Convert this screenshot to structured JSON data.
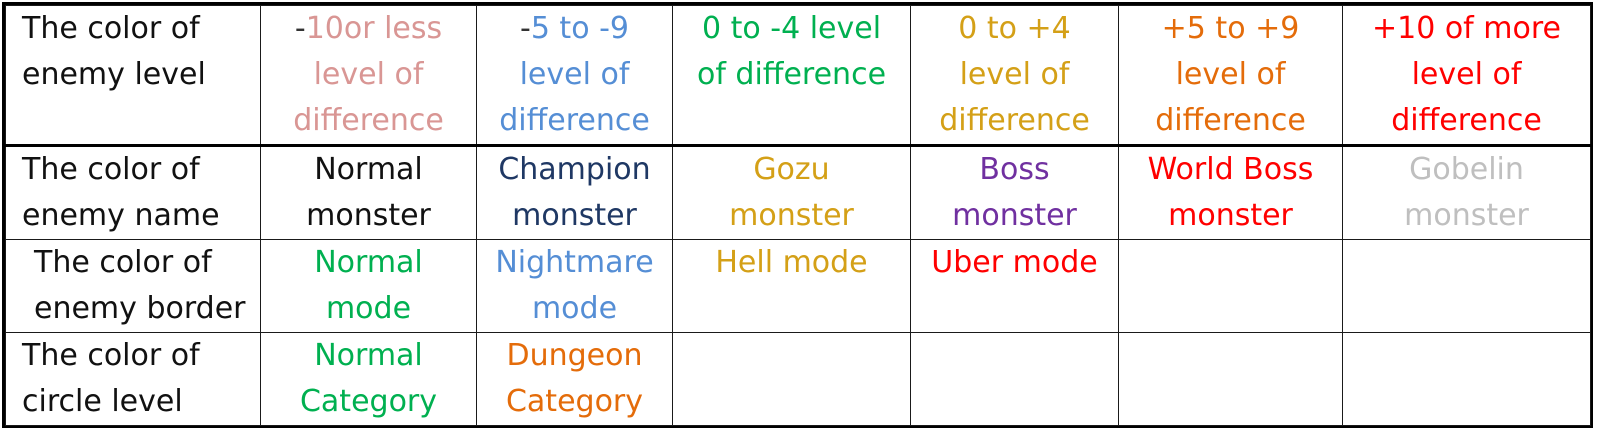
{
  "rows": [
    {
      "header": [
        "The color of",
        "enemy level"
      ],
      "cells": [
        {
          "lines": [
            "-10or less",
            "level of",
            "difference"
          ],
          "color": "#d99694",
          "prefix": "-",
          "prefix_color": "#333333",
          "first_rest": "10or less"
        },
        {
          "lines": [
            "-5 to -9",
            "level of",
            "difference"
          ],
          "color": "#558ed5",
          "prefix": "-",
          "prefix_color": "#333333",
          "first_rest": "5 to -9"
        },
        {
          "lines": [
            "0 to -4 level",
            "of difference"
          ],
          "color": "#00b050"
        },
        {
          "lines": [
            "0 to +4",
            "level of",
            "difference"
          ],
          "color": "#d4a017"
        },
        {
          "lines": [
            "+5 to +9",
            "level of",
            "difference"
          ],
          "color": "#e46c0a"
        },
        {
          "lines": [
            "+10 of more",
            "level of",
            "difference"
          ],
          "color": "#ff0000"
        }
      ]
    },
    {
      "header": [
        "The color of",
        "enemy name"
      ],
      "cells": [
        {
          "lines": [
            "Normal",
            "monster"
          ],
          "color": "#111111"
        },
        {
          "lines": [
            "Champion",
            "monster"
          ],
          "color": "#1f3864"
        },
        {
          "lines": [
            "Gozu",
            "monster"
          ],
          "color": "#d4a017"
        },
        {
          "lines": [
            "Boss",
            "monster"
          ],
          "color": "#7030a0"
        },
        {
          "lines": [
            "World Boss",
            "monster"
          ],
          "color": "#ff0000"
        },
        {
          "lines": [
            "Gobelin",
            "monster"
          ],
          "color": "#bfbfbf"
        }
      ]
    },
    {
      "header": [
        "The color of",
        "enemy border"
      ],
      "cells": [
        {
          "lines": [
            "Normal",
            "mode"
          ],
          "color": "#00b050"
        },
        {
          "lines": [
            "Nightmare",
            "mode"
          ],
          "color": "#558ed5"
        },
        {
          "lines": [
            "Hell mode"
          ],
          "color": "#d4a017"
        },
        {
          "lines": [
            "Uber mode"
          ],
          "color": "#ff0000"
        },
        {
          "lines": [],
          "color": "#111111"
        },
        {
          "lines": [],
          "color": "#111111"
        }
      ]
    },
    {
      "header": [
        "The color of",
        "circle level"
      ],
      "cells": [
        {
          "lines": [
            "Normal",
            "Category"
          ],
          "color": "#00b050"
        },
        {
          "lines": [
            "Dungeon",
            "Category"
          ],
          "color": "#e46c0a"
        },
        {
          "lines": [],
          "color": "#111111"
        },
        {
          "lines": [],
          "color": "#111111"
        },
        {
          "lines": [],
          "color": "#111111"
        },
        {
          "lines": [],
          "color": "#111111"
        }
      ]
    }
  ]
}
